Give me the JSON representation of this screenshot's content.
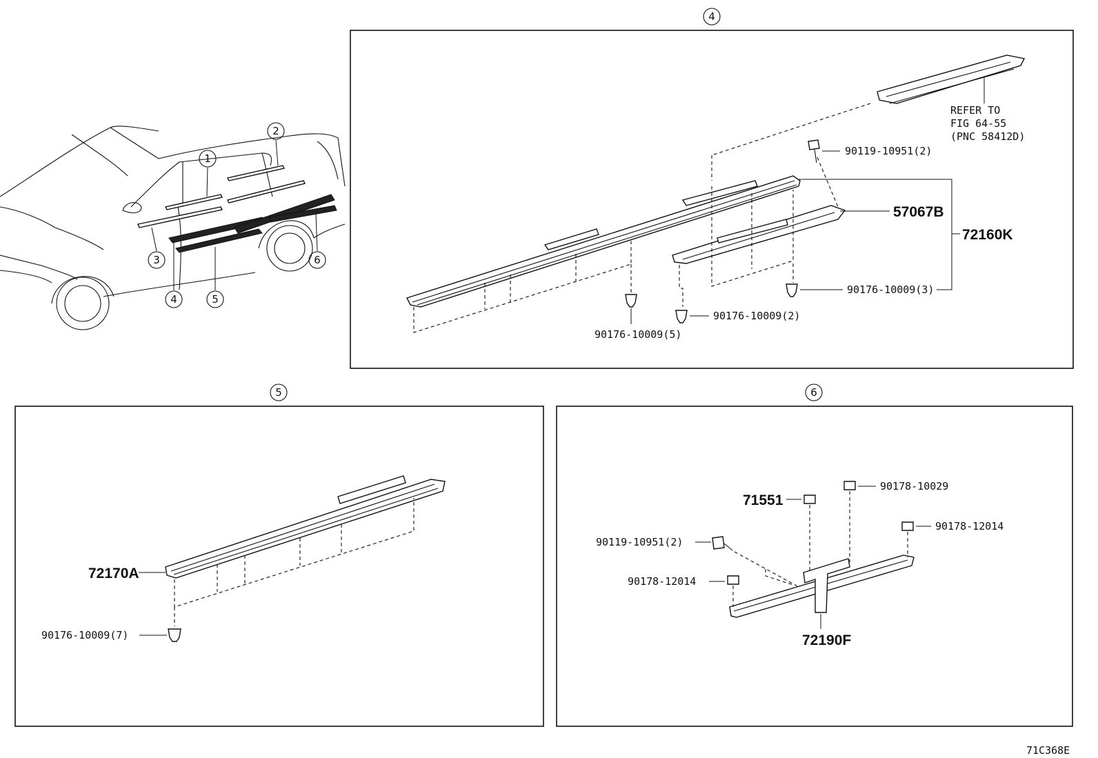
{
  "overview": {
    "callouts": [
      "1",
      "2",
      "3",
      "4",
      "5",
      "6"
    ]
  },
  "panel4": {
    "title": "4",
    "refer_line1": "REFER TO",
    "refer_line2": "FIG 64-55",
    "refer_line3": "(PNC 58412D)",
    "screw": "90119-10951(2)",
    "bracket": "57067B",
    "assembly": "72160K",
    "clip_a": "90176-10009(3)",
    "clip_b": "90176-10009(2)",
    "clip_c": "90176-10009(5)"
  },
  "panel5": {
    "title": "5",
    "part": "72170A",
    "clip": "90176-10009(7)"
  },
  "panel6": {
    "title": "6",
    "nut_top": "90178-10029",
    "retainer": "71551",
    "nut_right": "90178-12014",
    "screw": "90119-10951(2)",
    "nut_left": "90178-12014",
    "part": "72190F"
  },
  "figure_code": "71C368E"
}
